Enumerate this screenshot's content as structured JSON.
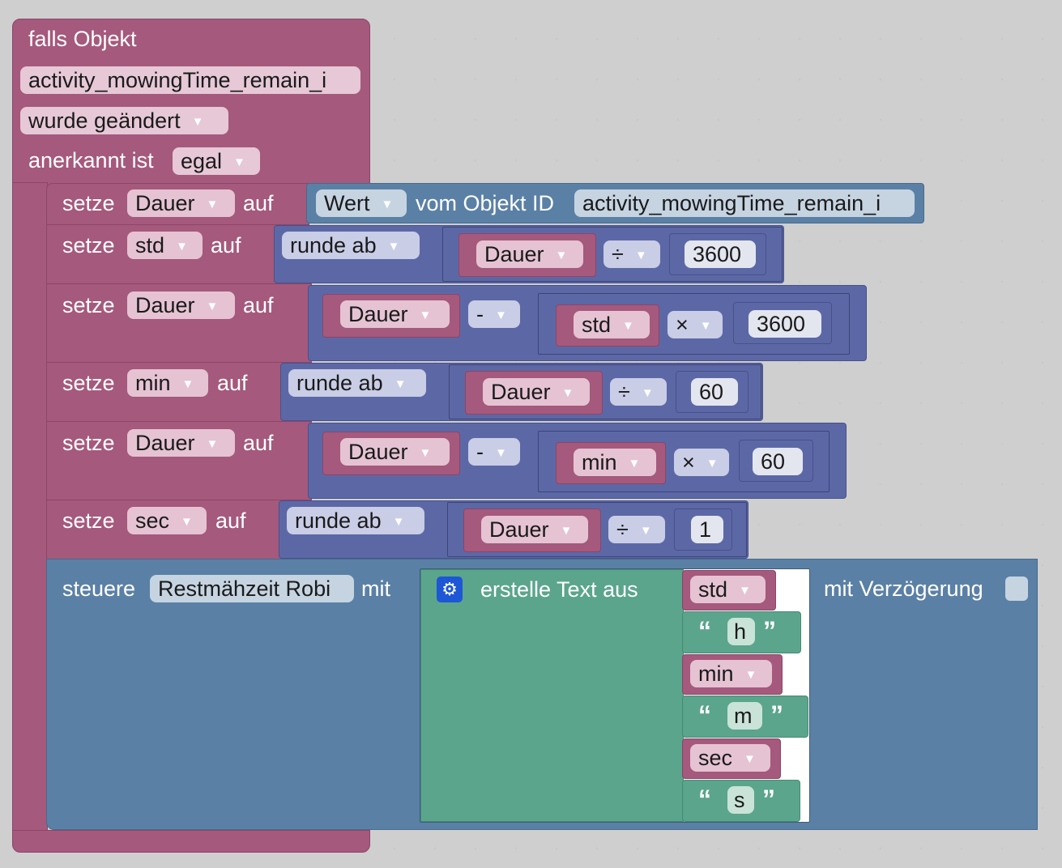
{
  "event": {
    "title": "falls Objekt",
    "object_id": "activity_mowingTime_remain_i",
    "trigger": "wurde geändert",
    "ack_label": "anerkannt ist",
    "ack_value": "egal"
  },
  "words": {
    "set": "setze",
    "to": "auf",
    "value": "Wert",
    "of_object": "vom Objekt ID",
    "round_down": "runde ab",
    "divide": "÷",
    "minus": "-",
    "times": "×",
    "control": "steuere",
    "with": "mit",
    "create_text": "erstelle Text aus",
    "with_delay": "mit Verzögerung",
    "open_quote": "“",
    "close_quote": "”"
  },
  "statements": [
    {
      "var": "Dauer",
      "object_id": "activity_mowingTime_remain_i"
    },
    {
      "var": "std",
      "operand": "Dauer",
      "divisor": "3600"
    },
    {
      "var": "Dauer",
      "operand": "Dauer",
      "sub_var": "std",
      "factor": "3600"
    },
    {
      "var": "min",
      "operand": "Dauer",
      "divisor": "60"
    },
    {
      "var": "Dauer",
      "operand": "Dauer",
      "sub_var": "min",
      "factor": "60"
    },
    {
      "var": "sec",
      "operand": "Dauer",
      "divisor": "1"
    }
  ],
  "control": {
    "target": "Restmähzeit Robi",
    "parts": [
      {
        "kind": "var",
        "value": "std"
      },
      {
        "kind": "text",
        "value": "h"
      },
      {
        "kind": "var",
        "value": "min"
      },
      {
        "kind": "text",
        "value": "m"
      },
      {
        "kind": "var",
        "value": "sec"
      },
      {
        "kind": "text",
        "value": "s"
      }
    ]
  },
  "colors": {
    "event": "#a5597c",
    "variables": "#a5597c",
    "math": "#5c68a6",
    "io": "#5b80a5",
    "text": "#5ba58c",
    "gear": "#1d57d6"
  }
}
